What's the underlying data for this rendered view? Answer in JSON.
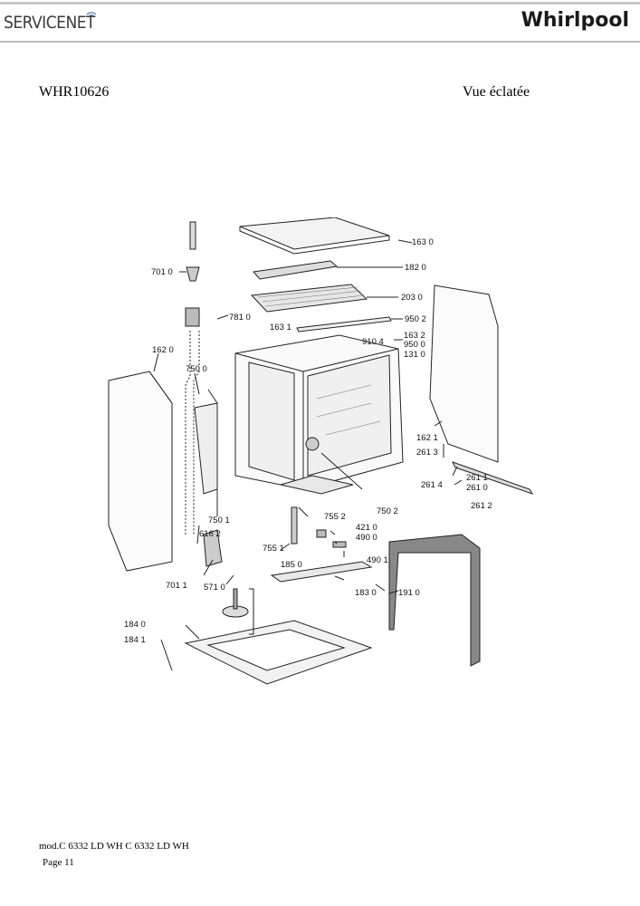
{
  "header": {
    "servicenet_logo": "SERVICENET",
    "whirlpool_logo": "Whirlpool"
  },
  "title": {
    "model": "WHR10626",
    "view": "Vue éclatée"
  },
  "diagram": {
    "part_labels": [
      "163 0",
      "182 0",
      "203 0",
      "950 2",
      "163 2",
      "910 4",
      "950 0",
      "131 0",
      "701 0",
      "781 0",
      "163 1",
      "162 0",
      "750 0",
      "162 1",
      "261 3",
      "261 4",
      "261 1",
      "261 0",
      "261 2",
      "750 2",
      "750 1",
      "616 2",
      "755 2",
      "421 0",
      "490 0",
      "755 1",
      "490 1",
      "701 1",
      "185 0",
      "571 0",
      "183 0",
      "191 0",
      "184 0",
      "184 1"
    ]
  },
  "footer": {
    "model_line": "mod.C 6332 LD WH C 6332 LD WH",
    "page": "Page 11"
  }
}
